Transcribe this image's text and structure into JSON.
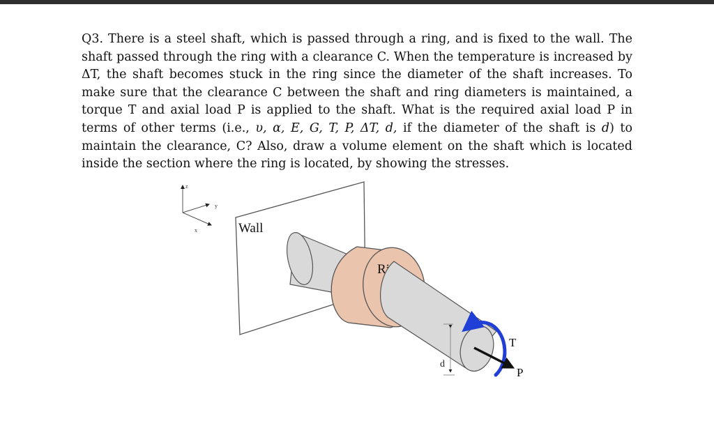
{
  "question": {
    "part1": "Q3. There is a steel shaft, which is passed through a ring, and is fixed to the wall. The shaft passed through the ring with a clearance C. When the temperature is increased by ΔT, the shaft becomes stuck in the ring since the diameter of the shaft increases. To make sure that the clearance C between the shaft and ring diameters is maintained, a torque T and axial load P is applied to the shaft. What is the required axial load P in terms of other terms (i.e., ",
    "vars": "υ, α, E, G, T, P, ΔT, d,",
    "part2": " if the diameter of the shaft is ",
    "d_var": "d",
    "part3": ") to maintain the clearance, C? Also, draw a volume element on the shaft which is located inside the section where the ring is located, by showing the stresses."
  },
  "figure": {
    "axes": {
      "z": "z",
      "y": "y",
      "x": "x"
    },
    "wall_label": "Wall",
    "ring_label": "Ring",
    "torque_label": "T",
    "load_label": "P",
    "diameter_label": "d",
    "colors": {
      "ring_fill": "#ebc4ae",
      "shaft_fill": "#d9d9d9",
      "torque_arrow": "#1f3fd6",
      "outline": "#444444"
    }
  }
}
